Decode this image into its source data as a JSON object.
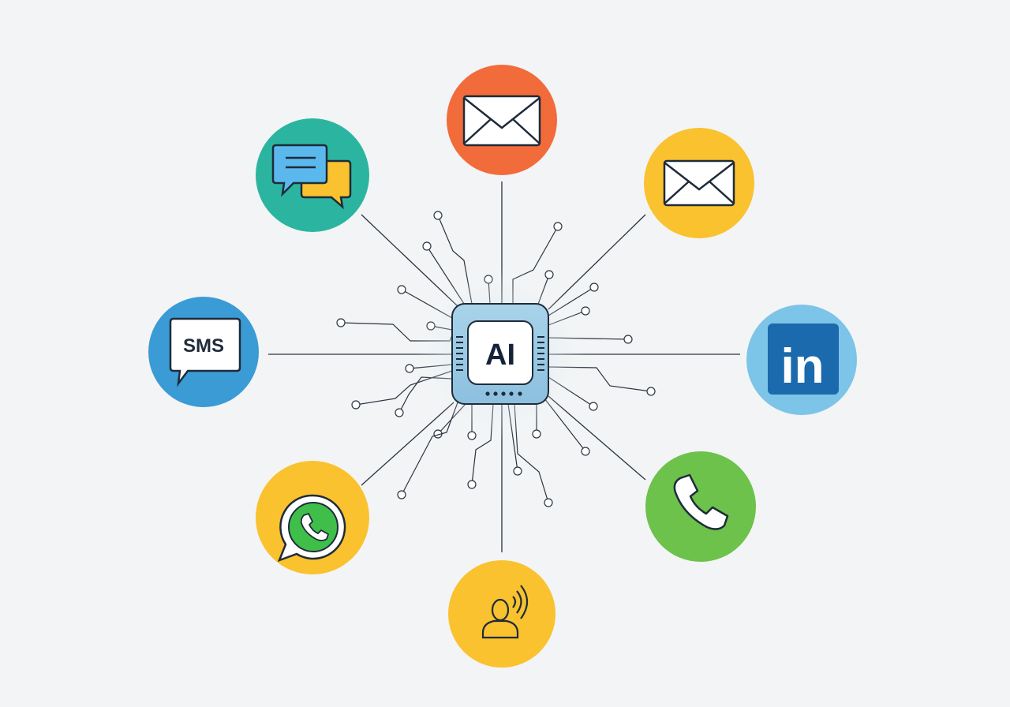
{
  "hub": {
    "label": "AI"
  },
  "channels": [
    {
      "id": "email-orange",
      "icon": "envelope-icon",
      "color": "#F26B3A"
    },
    {
      "id": "email-yellow",
      "icon": "envelope-icon",
      "color": "#F9C22E"
    },
    {
      "id": "linkedin",
      "icon": "linkedin-icon",
      "label": "in",
      "color": "#7CC4E8",
      "accent": "#1B6AAE"
    },
    {
      "id": "phone",
      "icon": "phone-handset-icon",
      "color": "#6CC24A"
    },
    {
      "id": "voice",
      "icon": "speaking-person-icon",
      "color": "#F9C22E"
    },
    {
      "id": "whatsapp",
      "icon": "whatsapp-icon",
      "color": "#F9C22E",
      "accent": "#3FBF4A"
    },
    {
      "id": "sms",
      "icon": "sms-bubble-icon",
      "label": "SMS",
      "color": "#3A9BD5"
    },
    {
      "id": "chat",
      "icon": "chat-bubbles-icon",
      "color": "#2BB5A0"
    }
  ]
}
